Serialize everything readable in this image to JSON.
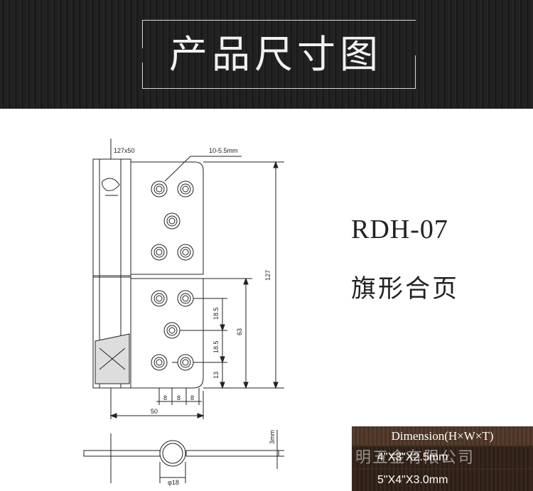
{
  "banner": {
    "title": "产品尺寸图"
  },
  "product": {
    "model": "RDH-07",
    "name": "旗形合页"
  },
  "drawing": {
    "dimensions": {
      "size_label": "127x50",
      "screw_label": "10-5.5mm",
      "height_127": "127",
      "height_63": "63",
      "spacing_18_5_a": "18.5",
      "spacing_18_5_b": "18.5",
      "spacing_13": "13",
      "spacing_8_a": "8",
      "spacing_8_b": "8",
      "spacing_8_c": "8",
      "width_50": "50",
      "thickness_3mm": "3mm",
      "diameter_18": "φ18"
    }
  },
  "spec_table": {
    "header": "Dimension(H×W×T)",
    "rows": [
      "4\"X3\"X2.5mm",
      "5\"X4\"X3.0mm"
    ]
  },
  "watermark": "明五金有限公司"
}
